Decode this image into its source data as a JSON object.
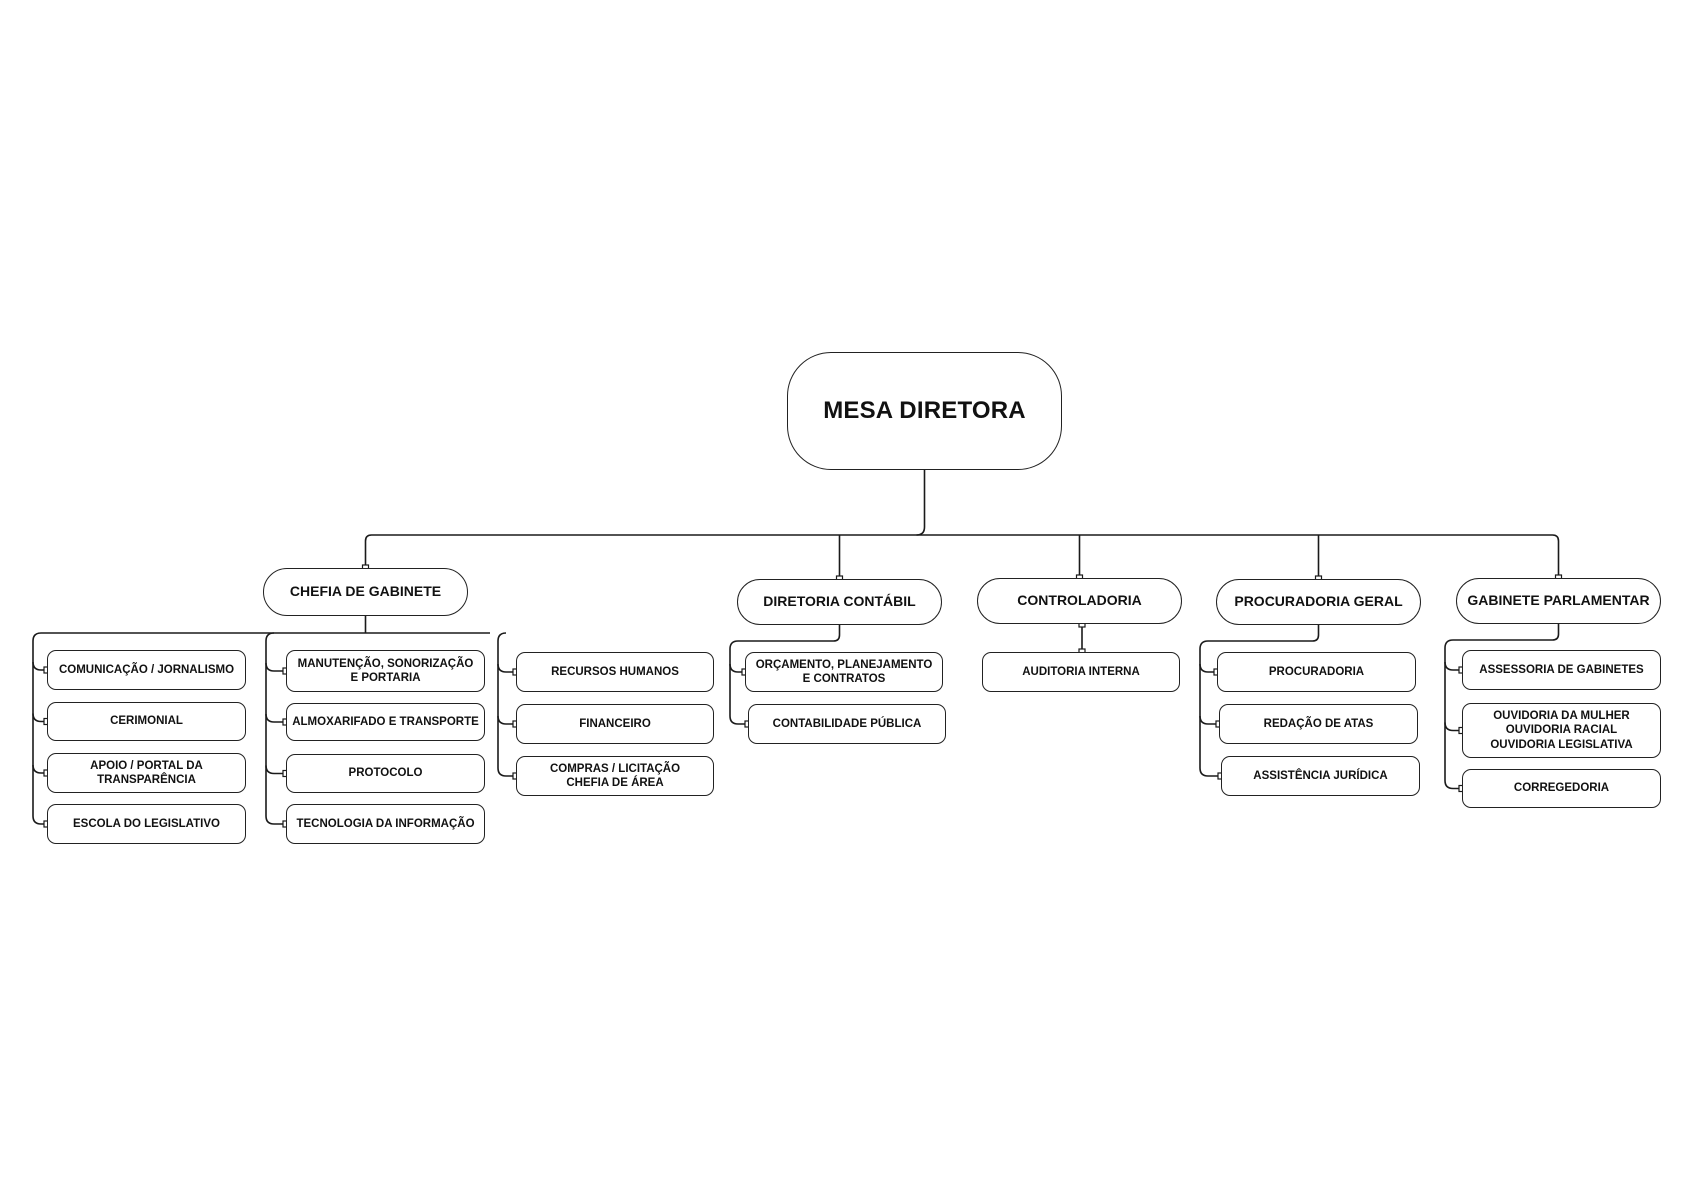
{
  "root": {
    "label": "MESA DIRETORA"
  },
  "departments": [
    {
      "label": "CHEFIA DE GABINETE",
      "groups": [
        [
          "COMUNICAÇÃO / JORNALISMO",
          "CERIMONIAL",
          "APOIO / PORTAL DA\nTRANSPARÊNCIA",
          "ESCOLA DO LEGISLATIVO"
        ],
        [
          "MANUTENÇÃO, SONORIZAÇÃO\nE PORTARIA",
          "ALMOXARIFADO E TRANSPORTE",
          "PROTOCOLO",
          "TECNOLOGIA DA INFORMAÇÃO"
        ],
        [
          "RECURSOS HUMANOS",
          "FINANCEIRO",
          "COMPRAS / LICITAÇÃO\nCHEFIA DE ÁREA"
        ]
      ]
    },
    {
      "label": "DIRETORIA CONTÁBIL",
      "groups": [
        [
          "ORÇAMENTO, PLANEJAMENTO\nE CONTRATOS",
          "CONTABILIDADE PÚBLICA"
        ]
      ]
    },
    {
      "label": "CONTROLADORIA",
      "groups": [
        [
          "AUDITORIA INTERNA"
        ]
      ]
    },
    {
      "label": "PROCURADORIA GERAL",
      "groups": [
        [
          "PROCURADORIA",
          "REDAÇÃO DE ATAS",
          "ASSISTÊNCIA JURÍDICA"
        ]
      ]
    },
    {
      "label": "GABINETE PARLAMENTAR",
      "groups": [
        [
          "ASSESSORIA DE GABINETES",
          "OUVIDORIA DA MULHER\nOUVIDORIA RACIAL\nOUVIDORIA LEGISLATIVA",
          "CORREGEDORIA"
        ]
      ]
    }
  ]
}
